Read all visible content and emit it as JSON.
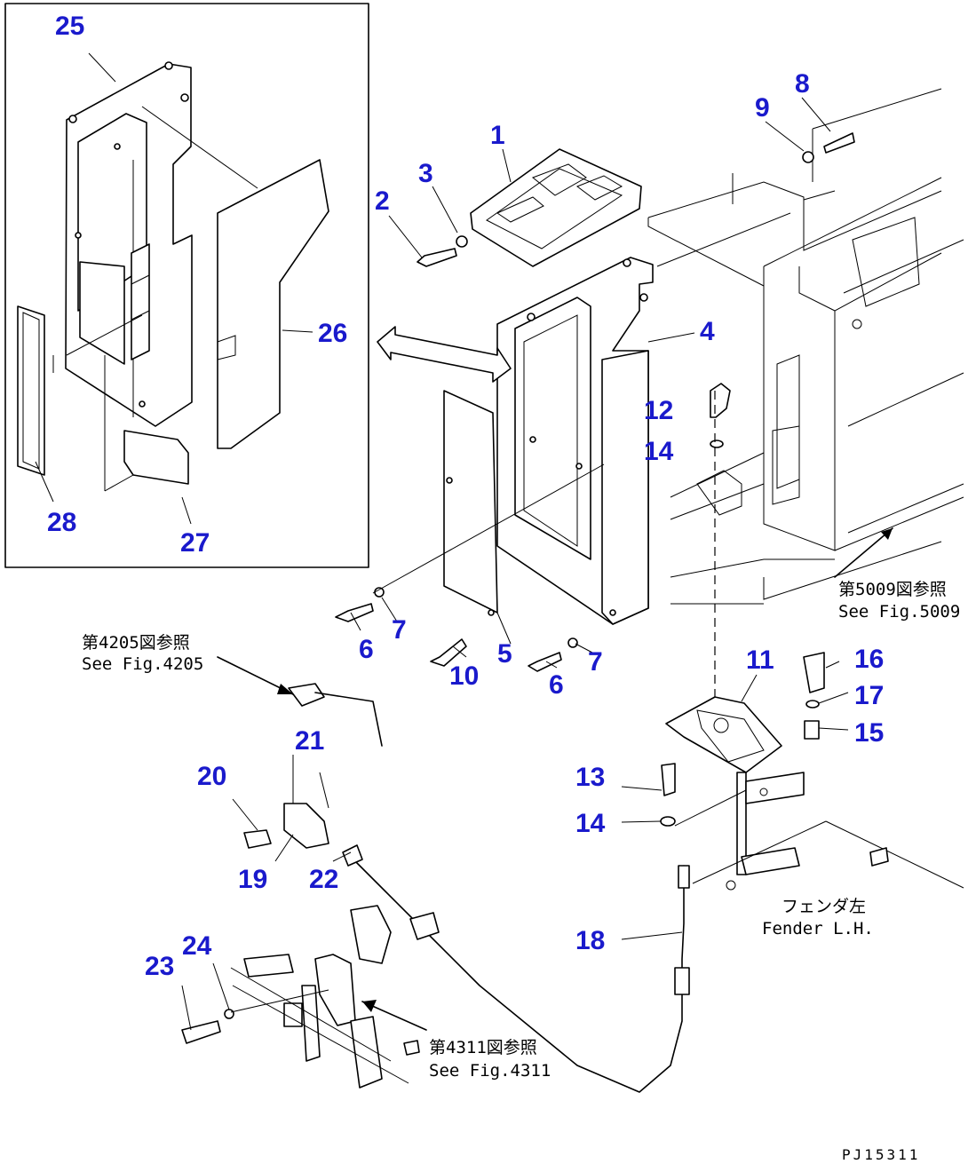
{
  "callouts": [
    {
      "id": "1",
      "label": "1"
    },
    {
      "id": "2",
      "label": "2"
    },
    {
      "id": "3",
      "label": "3"
    },
    {
      "id": "4",
      "label": "4"
    },
    {
      "id": "5",
      "label": "5"
    },
    {
      "id": "6a",
      "label": "6"
    },
    {
      "id": "6b",
      "label": "6"
    },
    {
      "id": "7a",
      "label": "7"
    },
    {
      "id": "7b",
      "label": "7"
    },
    {
      "id": "8",
      "label": "8"
    },
    {
      "id": "9",
      "label": "9"
    },
    {
      "id": "10",
      "label": "10"
    },
    {
      "id": "11",
      "label": "11"
    },
    {
      "id": "12",
      "label": "12"
    },
    {
      "id": "13",
      "label": "13"
    },
    {
      "id": "14a",
      "label": "14"
    },
    {
      "id": "14b",
      "label": "14"
    },
    {
      "id": "15",
      "label": "15"
    },
    {
      "id": "16",
      "label": "16"
    },
    {
      "id": "17",
      "label": "17"
    },
    {
      "id": "18",
      "label": "18"
    },
    {
      "id": "19",
      "label": "19"
    },
    {
      "id": "20",
      "label": "20"
    },
    {
      "id": "21",
      "label": "21"
    },
    {
      "id": "22",
      "label": "22"
    },
    {
      "id": "23",
      "label": "23"
    },
    {
      "id": "24",
      "label": "24"
    },
    {
      "id": "25",
      "label": "25"
    },
    {
      "id": "26",
      "label": "26"
    },
    {
      "id": "27",
      "label": "27"
    },
    {
      "id": "28",
      "label": "28"
    }
  ],
  "references": {
    "fig5009_jp": "第5009図参照",
    "fig5009_en": "See Fig.5009",
    "fig4205_jp": "第4205図参照",
    "fig4205_en": "See Fig.4205",
    "fig4311_jp": "第4311図参照",
    "fig4311_en": "See Fig.4311",
    "fender_jp": "フェンダ左",
    "fender_en": "Fender L.H."
  },
  "drawing_code": "PJ15311",
  "colors": {
    "callout": "#1a1acc",
    "line": "#000000",
    "background": "#ffffff"
  }
}
